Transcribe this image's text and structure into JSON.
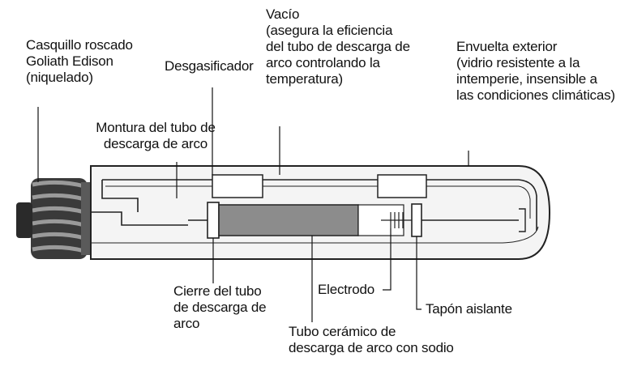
{
  "labels": {
    "casquillo": [
      "Casquillo roscado",
      "Goliath Edison",
      "(niquelado)"
    ],
    "desgasificador": [
      "Desgasificador"
    ],
    "vacio": [
      "Vacío",
      "(asegura la eficiencia",
      "del tubo de descarga de",
      "arco controlando la",
      "temperatura)"
    ],
    "envuelta": [
      "Envuelta exterior",
      "(vidrio resistente a la",
      "intemperie, insensible a",
      "las condiciones climáticas)"
    ],
    "montura": [
      "Montura del tubo de",
      "descarga de arco"
    ],
    "cierre": [
      "Cierre del tubo",
      "de descarga de",
      "arco"
    ],
    "electrodo": [
      "Electrodo"
    ],
    "tapon": [
      "Tapón aislante"
    ],
    "tubo_ceramico": [
      "Tubo cerámico de",
      "descarga de arco con sodio"
    ]
  }
}
